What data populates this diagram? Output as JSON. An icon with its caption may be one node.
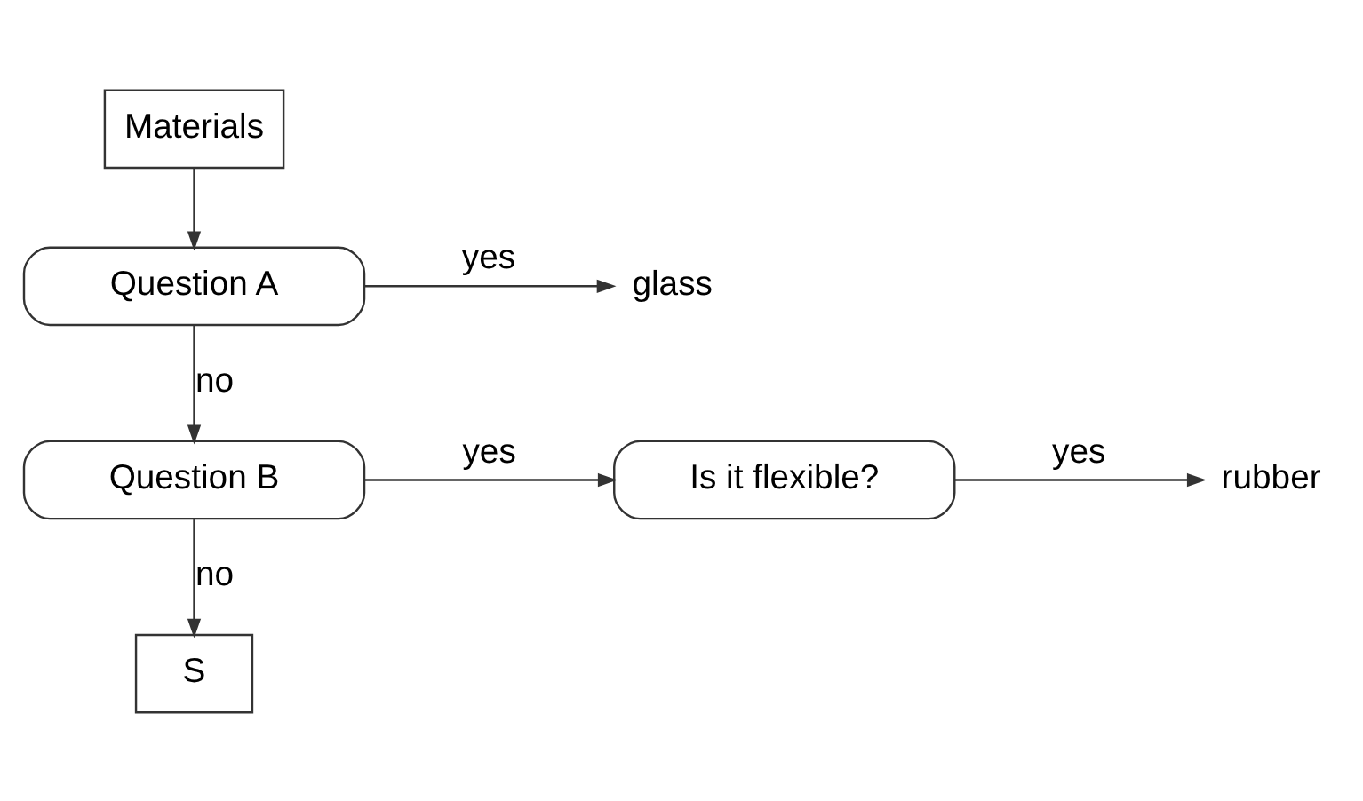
{
  "diagram": {
    "nodes": [
      {
        "text": [
          "Materials"
        ]
      },
      {
        "text": [
          "Question A"
        ]
      },
      {
        "text": [
          "glass"
        ]
      },
      {
        "text": [
          "Question B"
        ]
      },
      {
        "text": [
          "Is it flexible?"
        ]
      },
      {
        "text": [
          "rubber"
        ]
      },
      {
        "text": [
          "S"
        ]
      }
    ],
    "edges": [
      {
        "from": 0,
        "to": 1,
        "arrow": "to"
      },
      {
        "from": 1,
        "to": 2,
        "arrow": "to",
        "label": "yes"
      },
      {
        "from": 1,
        "to": 3,
        "arrow": "to",
        "label": "no"
      },
      {
        "from": 3,
        "to": 4,
        "arrow": "to",
        "label": "yes"
      },
      {
        "from": 4,
        "to": 5,
        "arrow": "to",
        "label": "yes"
      },
      {
        "from": 3,
        "to": 6,
        "arrow": "to",
        "label": "no"
      }
    ]
  }
}
